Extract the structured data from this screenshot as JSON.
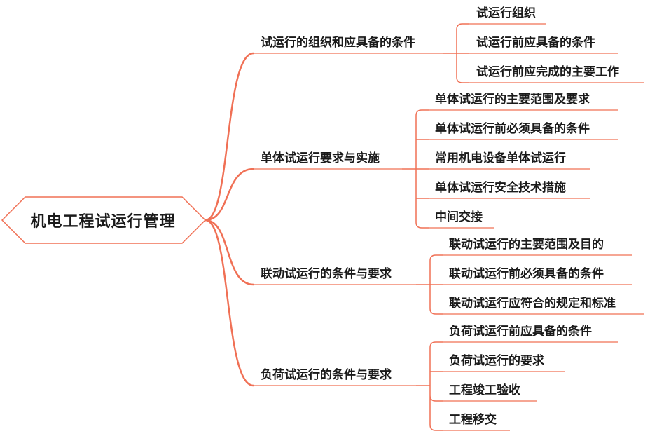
{
  "colors": {
    "line": "#f07055",
    "root_border": "#f07055",
    "text": "#1a1a1a"
  },
  "root": {
    "label": "机电工程试运行管理"
  },
  "branches": [
    {
      "label": "试运行的组织和应具备的条件",
      "children": [
        "试运行组织",
        "试运行前应具备的条件",
        "试运行前应完成的主要工作"
      ]
    },
    {
      "label": "单体试运行要求与实施",
      "children": [
        "单体试运行的主要范围及要求",
        "单体试运行前必须具备的条件",
        "常用机电设备单体试运行",
        "单体试运行安全技术措施",
        "中间交接"
      ]
    },
    {
      "label": "联动试运行的条件与要求",
      "children": [
        "联动试运行的主要范围及目的",
        "联动试运行前必须具备的条件",
        "联动试运行应符合的规定和标准"
      ]
    },
    {
      "label": "负荷试运行的条件与要求",
      "children": [
        "负荷试运行前应具备的条件",
        "负荷试运行的要求",
        "工程竣工验收",
        "工程移交"
      ]
    }
  ]
}
